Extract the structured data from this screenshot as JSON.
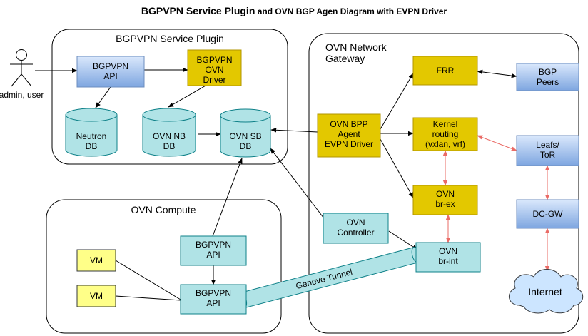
{
  "title": {
    "main": "BGPVPN Service Plugin",
    "sub": " and OVN BGP Agen Diagram with EVPN Driver"
  },
  "clusters": {
    "bgpvpn_plugin": "BGPVPN Service Plugin",
    "gateway": [
      "OVN Network",
      "Gateway"
    ],
    "compute": "OVN Compute"
  },
  "actor": {
    "label": "admin, user"
  },
  "nodes": {
    "bgpvpn_api": [
      "BGPVPN",
      "API"
    ],
    "ovn_driver": [
      "BGPVPN",
      "OVN",
      "Driver"
    ],
    "neutron_db": [
      "Neutron",
      "DB"
    ],
    "ovn_nb_db": [
      "OVN NB",
      "DB"
    ],
    "ovn_sb_db": [
      "OVN SB",
      "DB"
    ],
    "bgp_agent": [
      "OVN BPP",
      "Agent",
      "EVPN Driver"
    ],
    "frr": [
      "FRR"
    ],
    "kernel_routing": [
      "Kernel",
      "routing",
      "(vxlan, vrf)"
    ],
    "br_ex": [
      "OVN",
      "br-ex"
    ],
    "ovn_controller": [
      "OVN",
      "Controller"
    ],
    "br_int": [
      "OVN",
      "br-int"
    ],
    "bgp_peers": [
      "BGP",
      "Peers"
    ],
    "leafs_tor": [
      "Leafs/",
      "ToR"
    ],
    "dc_gw": [
      "DC-GW"
    ],
    "internet": [
      "Internet"
    ],
    "compute_api_top": [
      "BGPVPN",
      "API"
    ],
    "compute_api_bottom": [
      "BGPVPN",
      "API"
    ],
    "vm_top": [
      "VM"
    ],
    "vm_bottom": [
      "VM"
    ]
  },
  "tunnel": {
    "label": "Geneve Tunnel"
  },
  "colors": {
    "blue_fill": "#dae8fc",
    "blue_stroke": "#6c8ebf",
    "yellow_fill": "#e3c800",
    "yellow_stroke": "#b09500",
    "light_yellow_fill": "#ffff88",
    "light_yellow_stroke": "#36393d",
    "teal_fill": "#b0e3e6",
    "teal_stroke": "#0e8088",
    "red_link": "#ea6b66",
    "cloud_fill": "#cce5ff"
  }
}
